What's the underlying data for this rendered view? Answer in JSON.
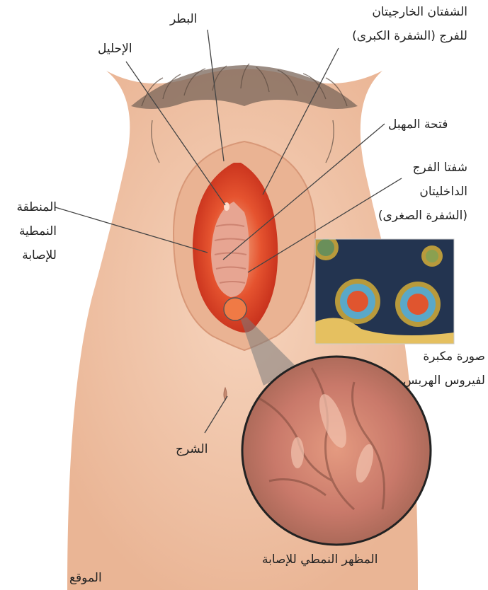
{
  "labels": {
    "perineum_top": "البطر",
    "outer_labia": [
      "الشفتان الخارجيتان",
      "للفرج (الشفرة الكبرى)"
    ],
    "urethra": "الإحليل",
    "vestibule": "فتحة المهبل",
    "inner_labia": [
      "شفتا الفرج",
      "الداخليتان",
      "(الشفرة الصغرى)"
    ],
    "typical_area": [
      "المنطقة",
      "النمطية",
      "للإصابة"
    ],
    "herpes_photo": [
      "صورة مكبرة",
      "لفيروس الهربس"
    ],
    "anus": "الشرج",
    "typical_appearance": "المظهر النمطي للإصابة",
    "location": "الموقع"
  },
  "colors": {
    "skin": "#f2c6a8",
    "skin_dark": "#e3a784",
    "hair": "#6b5a4e",
    "opening": "#e0452a",
    "inner": "#c87a6a",
    "leader": "#444444",
    "micro_bg": "#233450",
    "virus_outer": "#5aa8c8",
    "virus_core": "#e0552f",
    "zoom_tissue": "#c9796a"
  }
}
